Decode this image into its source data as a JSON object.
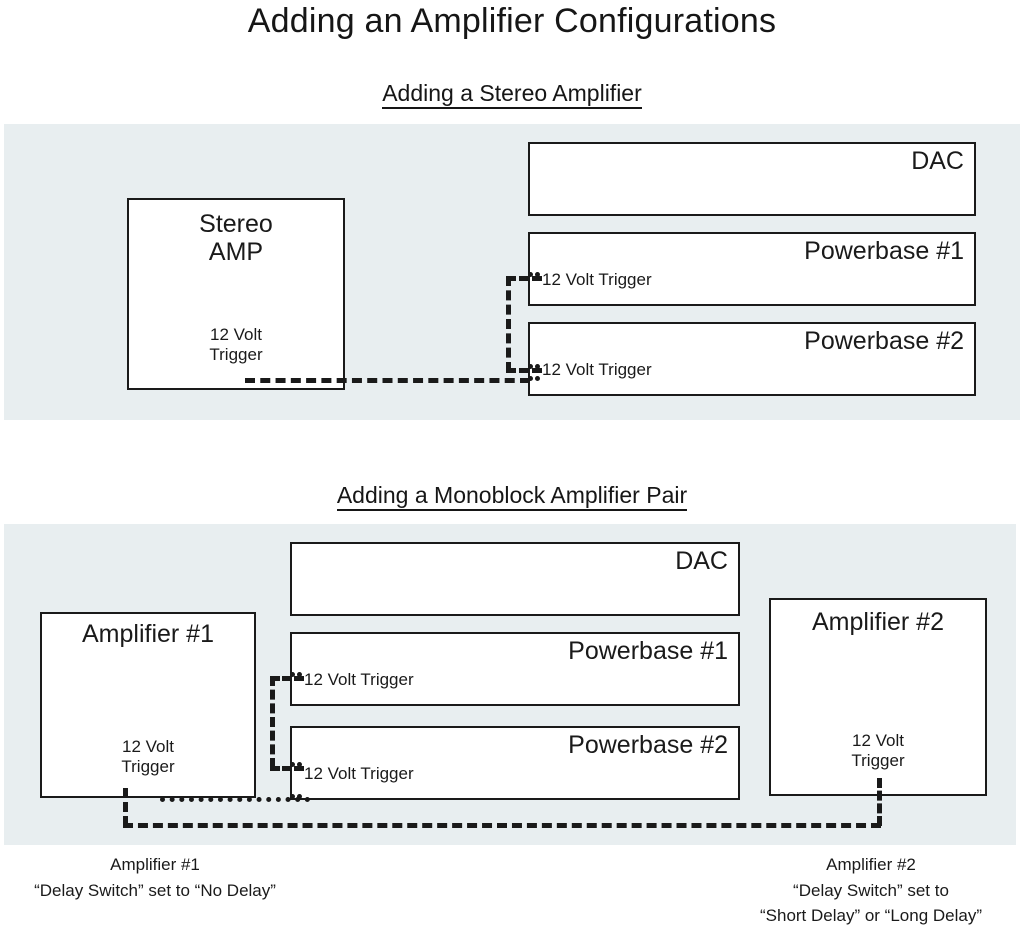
{
  "page": {
    "title": "Adding an Amplifier Configurations",
    "panel_bg": "#e8eef0",
    "line_color": "#1a1a1a",
    "box_bg": "#ffffff"
  },
  "sections": [
    {
      "id": "stereo",
      "title": "Adding a Stereo Amplifier",
      "boxes": {
        "amp": {
          "title_line1": "Stereo",
          "title_line2": "AMP",
          "trigger_line1": "12 Volt",
          "trigger_line2": "Trigger"
        },
        "dac": {
          "label": "DAC"
        },
        "powerbase1": {
          "label": "Powerbase #1",
          "trigger": "12 Volt Trigger"
        },
        "powerbase2": {
          "label": "Powerbase #2",
          "trigger": "12 Volt Trigger"
        }
      }
    },
    {
      "id": "monoblock",
      "title": "Adding a Monoblock Amplifier Pair",
      "boxes": {
        "amp1": {
          "label": "Amplifier #1",
          "trigger_line1": "12 Volt",
          "trigger_line2": "Trigger"
        },
        "amp2": {
          "label": "Amplifier #2",
          "trigger_line1": "12 Volt",
          "trigger_line2": "Trigger"
        },
        "dac": {
          "label": "DAC"
        },
        "powerbase1": {
          "label": "Powerbase #1",
          "trigger": "12 Volt Trigger"
        },
        "powerbase2": {
          "label": "Powerbase #2",
          "trigger": "12 Volt Trigger"
        }
      },
      "captions": {
        "amp1": "Amplifier #1\n“Delay Switch” set to “No Delay”",
        "amp2": "Amplifier #2\n“Delay Switch” set to\n“Short Delay” or “Long Delay”"
      }
    }
  ]
}
